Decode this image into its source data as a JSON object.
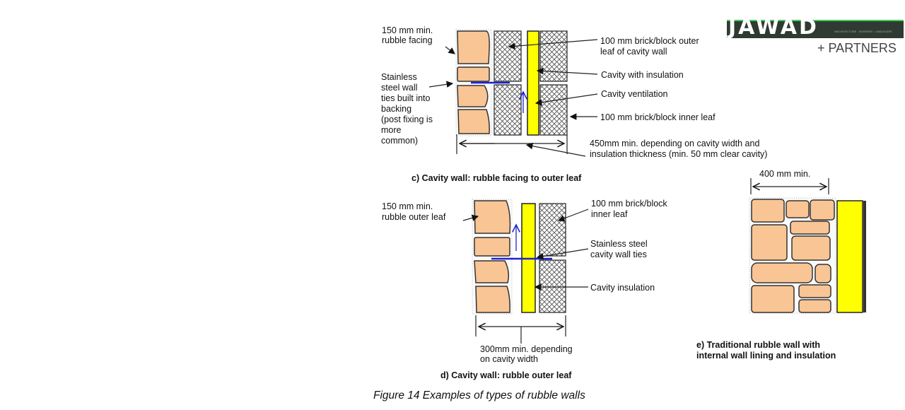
{
  "logo": {
    "name": "JAWAD",
    "tagline": "ARCHITECTURE · INTERIOR · LANDSCAPE",
    "partners": "+ PARTNERS"
  },
  "diagram_c": {
    "label_rubble": [
      "150 mm min.",
      "rubble facing"
    ],
    "label_ties": [
      "Stainless",
      "steel wall",
      "ties built into",
      "backing",
      "(post fixing is",
      "more",
      "common)"
    ],
    "label_outer": [
      "100 mm brick/block outer",
      "leaf of cavity wall"
    ],
    "label_cavity": "Cavity with insulation",
    "label_vent": "Cavity ventilation",
    "label_inner": "100 mm brick/block inner leaf",
    "label_width": [
      "450mm min. depending on cavity width and",
      "insulation thickness (min. 50 mm clear cavity)"
    ],
    "caption": "c) Cavity wall: rubble facing to outer leaf"
  },
  "diagram_d": {
    "label_rubble": [
      "150 mm min.",
      "rubble outer leaf"
    ],
    "label_inner": [
      "100 mm brick/block",
      "inner leaf"
    ],
    "label_ties": [
      "Stainless steel",
      "cavity wall ties"
    ],
    "label_insulation": "Cavity insulation",
    "label_width": [
      "300mm min. depending",
      "on cavity width"
    ],
    "caption": "d) Cavity wall: rubble outer leaf"
  },
  "diagram_e": {
    "label_width": "400 mm min.",
    "caption": [
      "e) Traditional rubble wall with",
      "internal wall lining and insulation"
    ]
  },
  "figure_caption": "Figure 14 Examples of types of rubble walls",
  "colors": {
    "stone": "#f9c595",
    "insulation": "#ffff00",
    "tie": "#2020d0",
    "logo": "#2f3a33",
    "logo_accent": "#3fcf55"
  }
}
